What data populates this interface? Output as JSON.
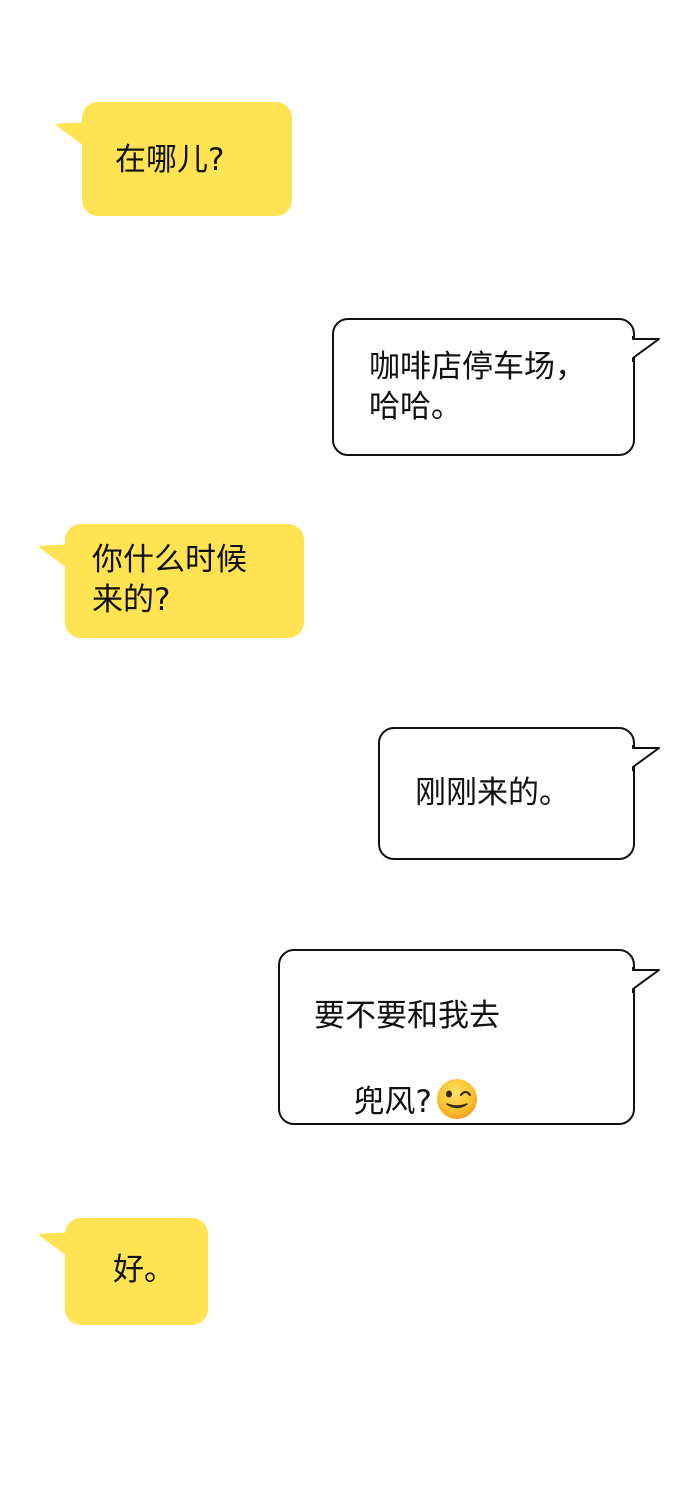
{
  "colors": {
    "incoming_bubble": "#FFE352",
    "outgoing_border": "#111111"
  },
  "messages": [
    {
      "side": "left",
      "lines": [
        "在哪儿?"
      ]
    },
    {
      "side": "right",
      "lines": [
        "咖啡店停车场，",
        "哈哈。"
      ]
    },
    {
      "side": "left",
      "lines": [
        "你什么时候",
        "来的?"
      ]
    },
    {
      "side": "right",
      "lines": [
        "刚刚来的。"
      ]
    },
    {
      "side": "right",
      "lines": [
        "要不要和我去",
        "兜风?"
      ],
      "emoji": "winking-face-icon"
    },
    {
      "side": "left",
      "lines": [
        "好。"
      ]
    }
  ]
}
